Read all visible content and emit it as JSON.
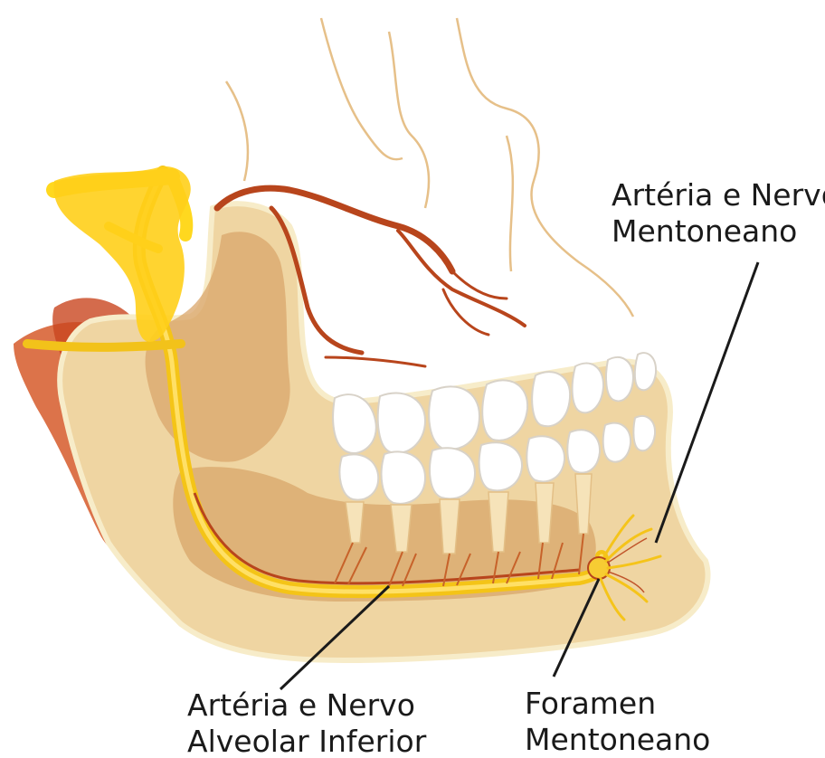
{
  "labels": {
    "arteria_mentoneano": {
      "line1": "Artéria e Nervo",
      "line2": "Mentoneano"
    },
    "arteria_alveolar": {
      "line1": "Artéria e Nervo",
      "line2": "Alveolar Inferior"
    },
    "foramen": {
      "line1": "Foramen",
      "line2": "Mentoneano"
    }
  },
  "colors": {
    "bone": "#f1d9a8",
    "bone_dark": "#d9a86b",
    "bone_outline": "#f7ecc9",
    "artery": "#b8451c",
    "nerve": "#f2c21a",
    "nerve_bright": "#ffd81f",
    "muscle": "#d8562a",
    "tooth": "#ffffff",
    "tooth_shadow": "#d9d9d9",
    "skull_outline": "#e8c893",
    "leader_line": "#1a1a1a"
  }
}
